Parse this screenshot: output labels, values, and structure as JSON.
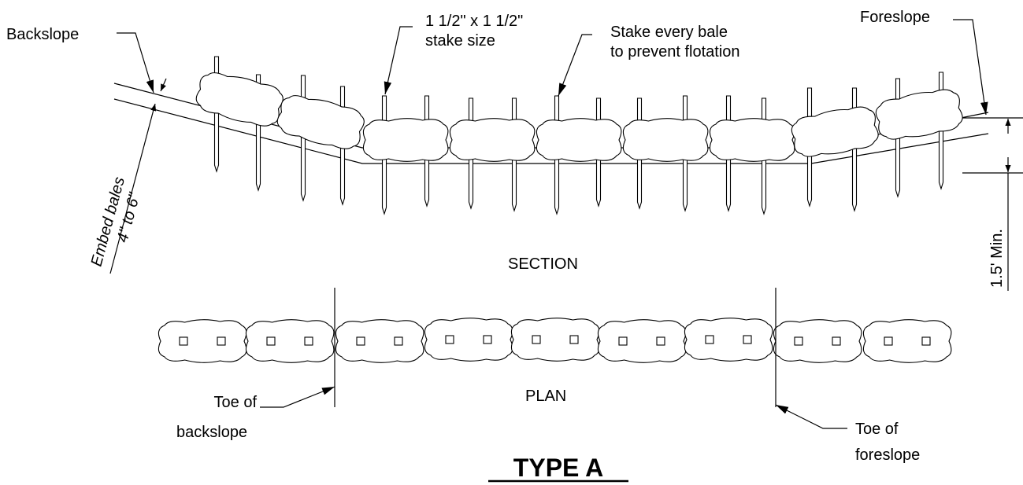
{
  "labels": {
    "backslope": "Backslope",
    "stake_size_line1": "1 1/2\" x 1 1/2\"",
    "stake_size_line2": "stake size",
    "stake_every_line1": "Stake every bale",
    "stake_every_line2": "to prevent flotation",
    "foreslope": "Foreslope",
    "embed_line1": "Embed bales",
    "embed_line2": "4\" to 6\"",
    "min_depth": "1.5' Min.",
    "section": "SECTION",
    "plan": "PLAN",
    "toe_back_line1": "Toe of",
    "toe_back_line2": "backslope",
    "toe_fore_line1": "Toe of",
    "toe_fore_line2": "foreslope",
    "title": "TYPE A"
  }
}
